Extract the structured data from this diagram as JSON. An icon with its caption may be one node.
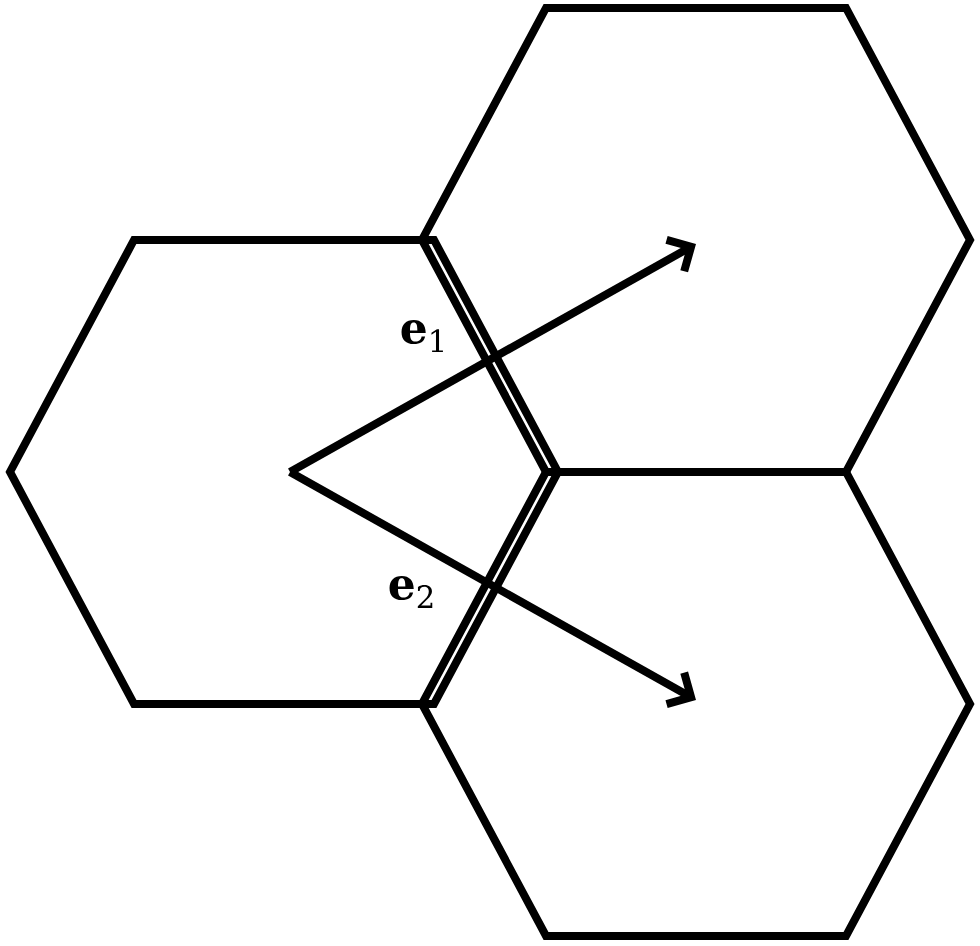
{
  "diagram": {
    "nodes": [
      {
        "text": [],
        "shape": "hexagon"
      },
      {
        "text": [],
        "shape": "hexagon"
      },
      {
        "text": [],
        "shape": "hexagon"
      }
    ],
    "edges": [
      {
        "from": 0,
        "to": 1,
        "arrow": "to",
        "label": "**e**$_{1}$"
      },
      {
        "from": 0,
        "to": 2,
        "arrow": "to",
        "label": "**e**$_{2}$"
      }
    ]
  }
}
